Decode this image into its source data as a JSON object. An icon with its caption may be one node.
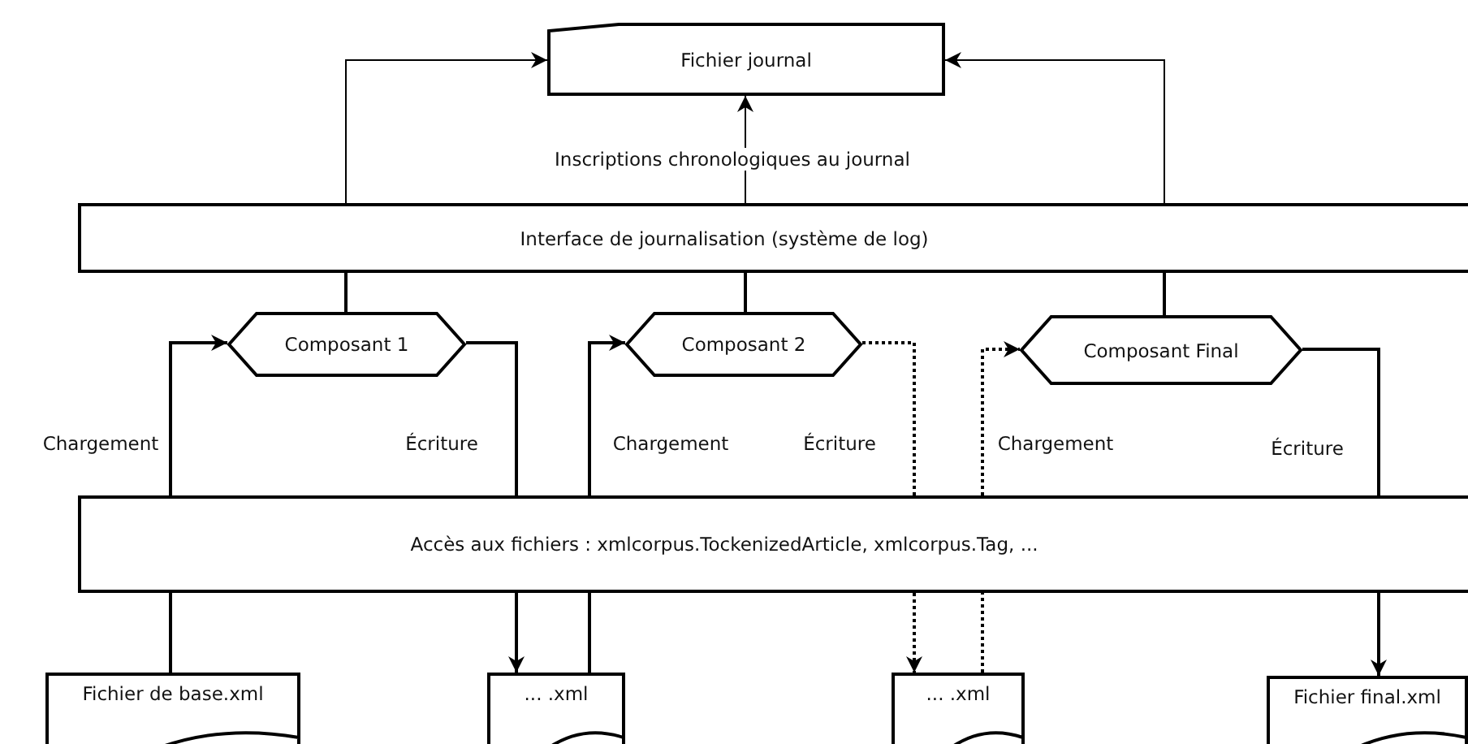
{
  "diagram": {
    "nodes": [
      {
        "text": [
          "Fichier journal"
        ]
      },
      {
        "text": [
          "Interface de journalisation (système de log)"
        ]
      },
      {
        "text": [
          "Composant 1"
        ]
      },
      {
        "text": [
          "Composant 2"
        ]
      },
      {
        "text": [
          "Composant Final"
        ]
      },
      {
        "text": [
          "Accès aux fichiers : xmlcorpus.TockenizedArticle, xmlcorpus.Tag, ..."
        ]
      },
      {
        "text": [
          "Fichier de base.xml"
        ]
      },
      {
        "text": [
          "... .xml"
        ]
      },
      {
        "text": [
          "... .xml"
        ]
      },
      {
        "text": [
          "Fichier final.xml"
        ]
      }
    ],
    "edges": [
      {
        "from": 1,
        "to": 0,
        "arrow": "to"
      },
      {
        "from": 1,
        "to": 0,
        "arrow": "to",
        "label": "Inscriptions chronologiques au journal"
      },
      {
        "from": 1,
        "to": 0,
        "arrow": "to"
      },
      {
        "from": 2,
        "to": 1,
        "arrow": "none"
      },
      {
        "from": 3,
        "to": 1,
        "arrow": "none"
      },
      {
        "from": 4,
        "to": 1,
        "arrow": "none"
      },
      {
        "from": 5,
        "to": 2,
        "arrow": "to",
        "label": "Chargement"
      },
      {
        "from": 2,
        "to": 5,
        "arrow": "none",
        "label": "Écriture"
      },
      {
        "from": 5,
        "to": 3,
        "arrow": "to",
        "label": "Chargement"
      },
      {
        "from": 3,
        "to": 5,
        "arrow": "none",
        "label": "Écriture",
        "style": "dashed"
      },
      {
        "from": 5,
        "to": 4,
        "arrow": "to",
        "label": "Chargement",
        "style": "dashed"
      },
      {
        "from": 4,
        "to": 5,
        "arrow": "none",
        "label": "Écriture"
      },
      {
        "from": 5,
        "to": 6,
        "arrow": "none"
      },
      {
        "from": 5,
        "to": 7,
        "arrow": "to"
      },
      {
        "from": 7,
        "to": 5,
        "arrow": "none"
      },
      {
        "from": 5,
        "to": 8,
        "arrow": "to",
        "style": "dashed"
      },
      {
        "from": 8,
        "to": 5,
        "arrow": "none",
        "style": "dashed"
      },
      {
        "from": 5,
        "to": 9,
        "arrow": "to"
      }
    ]
  }
}
